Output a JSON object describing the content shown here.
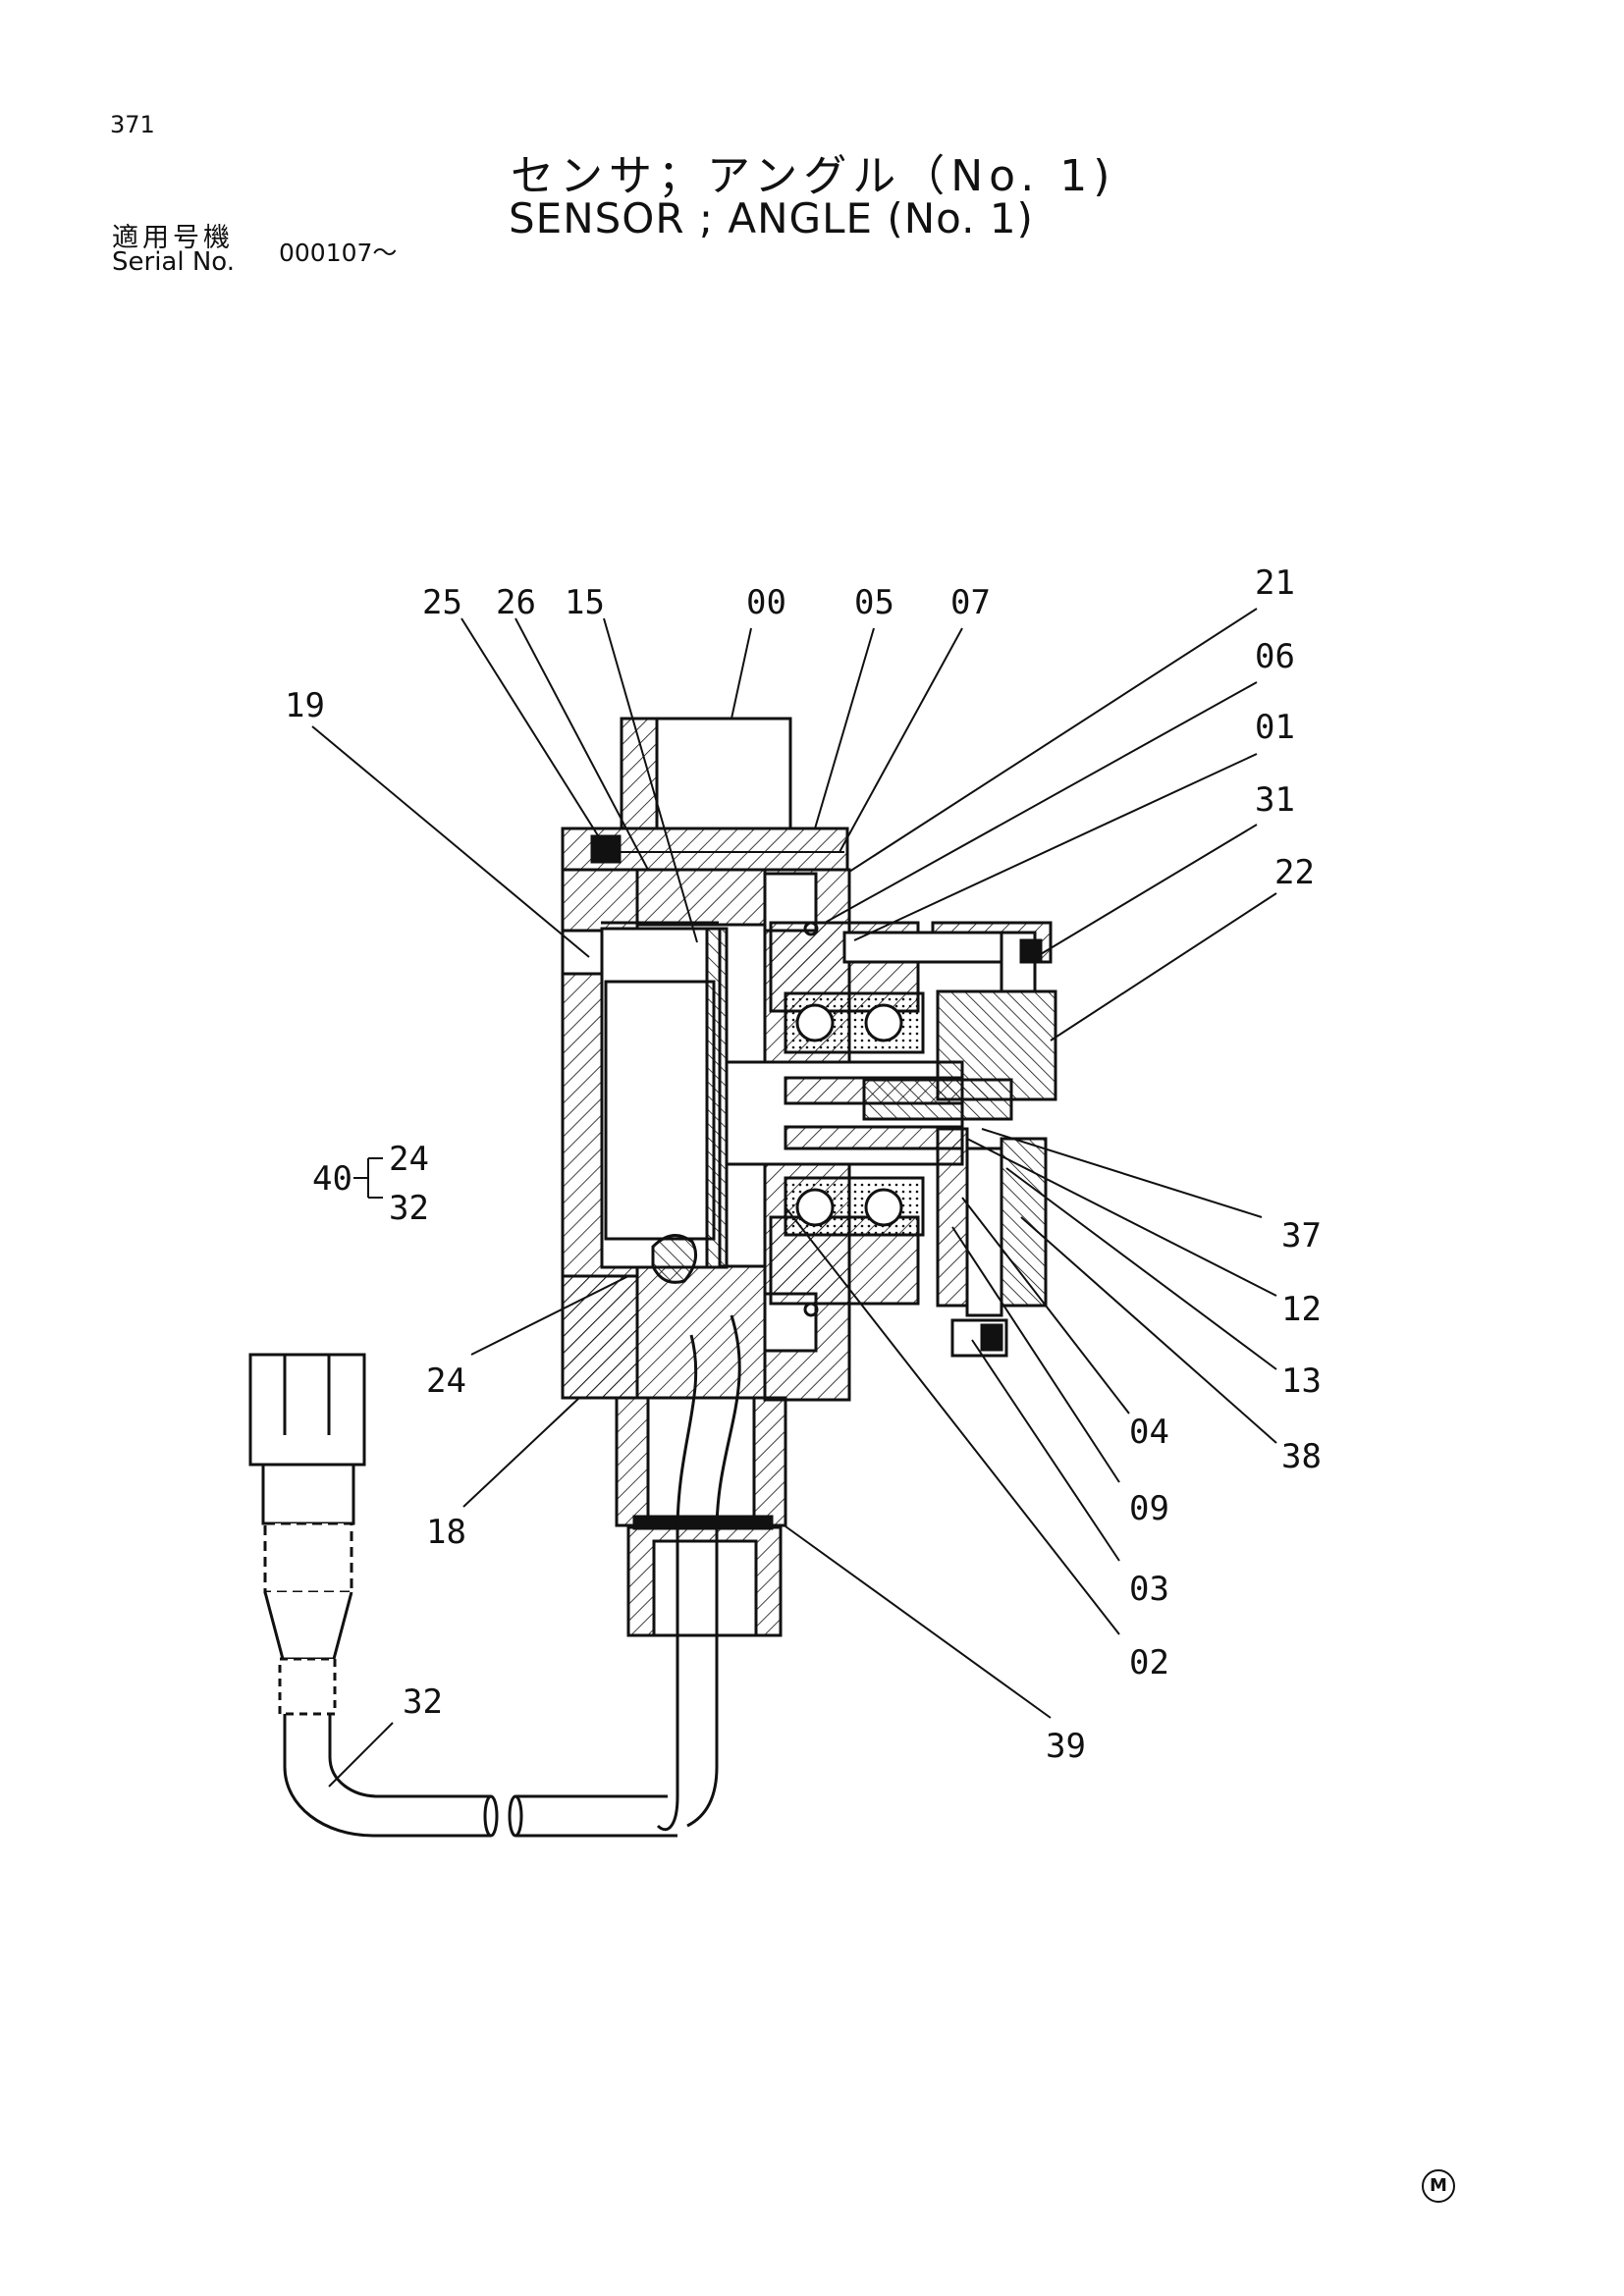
{
  "page": {
    "number": "371"
  },
  "title": {
    "japanese": "センサ；アングル（No. 1)",
    "english": "SENSOR ; ANGLE (No. 1)"
  },
  "serial": {
    "label_japanese": "適用号機",
    "label_english": "Serial No.",
    "value": "000107～"
  },
  "callouts": [
    "25",
    "26",
    "15",
    "00",
    "05",
    "07",
    "21",
    "06",
    "01",
    "31",
    "22",
    "19",
    "37",
    "12",
    "13",
    "04",
    "38",
    "09",
    "03",
    "02",
    "39",
    "24",
    "18",
    "32"
  ],
  "group_callout": {
    "id": "40",
    "members": [
      "24",
      "32"
    ]
  },
  "mark": "M"
}
